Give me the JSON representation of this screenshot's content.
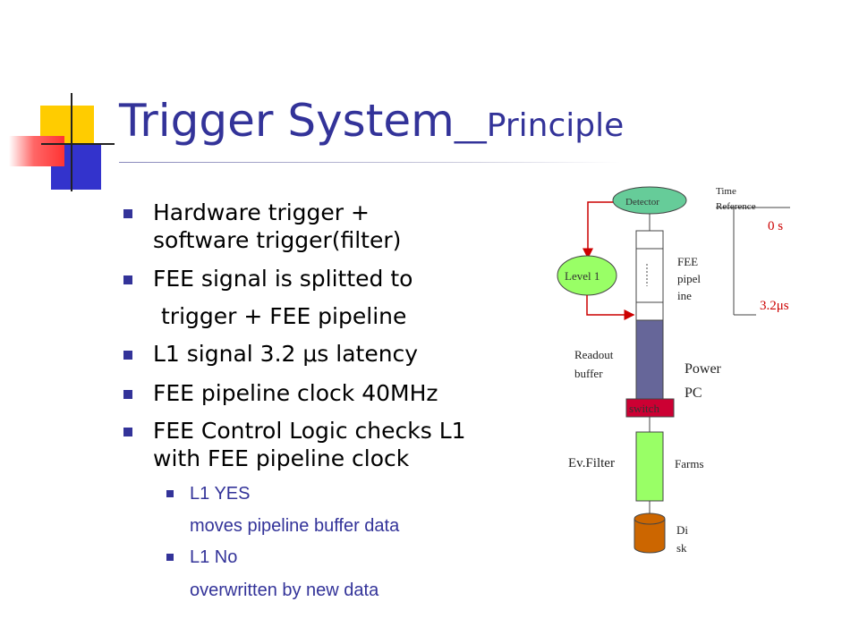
{
  "title": {
    "main": "Trigger System",
    "sub": "__Principle"
  },
  "bullets": [
    {
      "lines": [
        "Hardware trigger  +",
        "software   trigger(filter)"
      ]
    },
    {
      "lines": [
        "FEE signal is splitted to"
      ]
    },
    {
      "lines": [
        "trigger + FEE pipeline"
      ],
      "indent": true
    },
    {
      "lines": [
        "L1 signal 3.2 μs latency"
      ]
    },
    {
      "lines": [
        "FEE pipeline clock 40MHz"
      ]
    },
    {
      "lines": [
        "FEE Control Logic checks L1",
        "with FEE pipeline clock"
      ]
    }
  ],
  "sub_bullets": [
    {
      "label": "L1 YES",
      "detail": "moves pipeline buffer data"
    },
    {
      "label": "L1 No",
      "detail": "overwritten by new data"
    }
  ],
  "diagram": {
    "detector": "Detector",
    "level1": "Level 1",
    "fee_pipeline": [
      "FEE",
      "pipel",
      "ine"
    ],
    "time_reference": [
      "Time",
      "Reference"
    ],
    "t0": "0 s",
    "t1": "3.2μs",
    "readout_buffer": [
      "Readout",
      "buffer"
    ],
    "power_pc": [
      "Power",
      "PC"
    ],
    "switch": "switch",
    "ev_filter": "Ev.Filter",
    "farms": "Farms",
    "disk": [
      "Di",
      "sk"
    ]
  },
  "colors": {
    "title": "#333399",
    "bullet_marker": "#333399",
    "deco_yellow": "#ffcc00",
    "deco_blue": "#3333cc",
    "deco_red": "#ff3333",
    "detector_fill": "#66cc99",
    "green_fill": "#99ff66",
    "buffer_fill": "#666699",
    "switch_fill": "#cc0033",
    "disk_fill": "#cc6600",
    "arrow_red": "#cc0000",
    "time_red": "#cc0000"
  }
}
